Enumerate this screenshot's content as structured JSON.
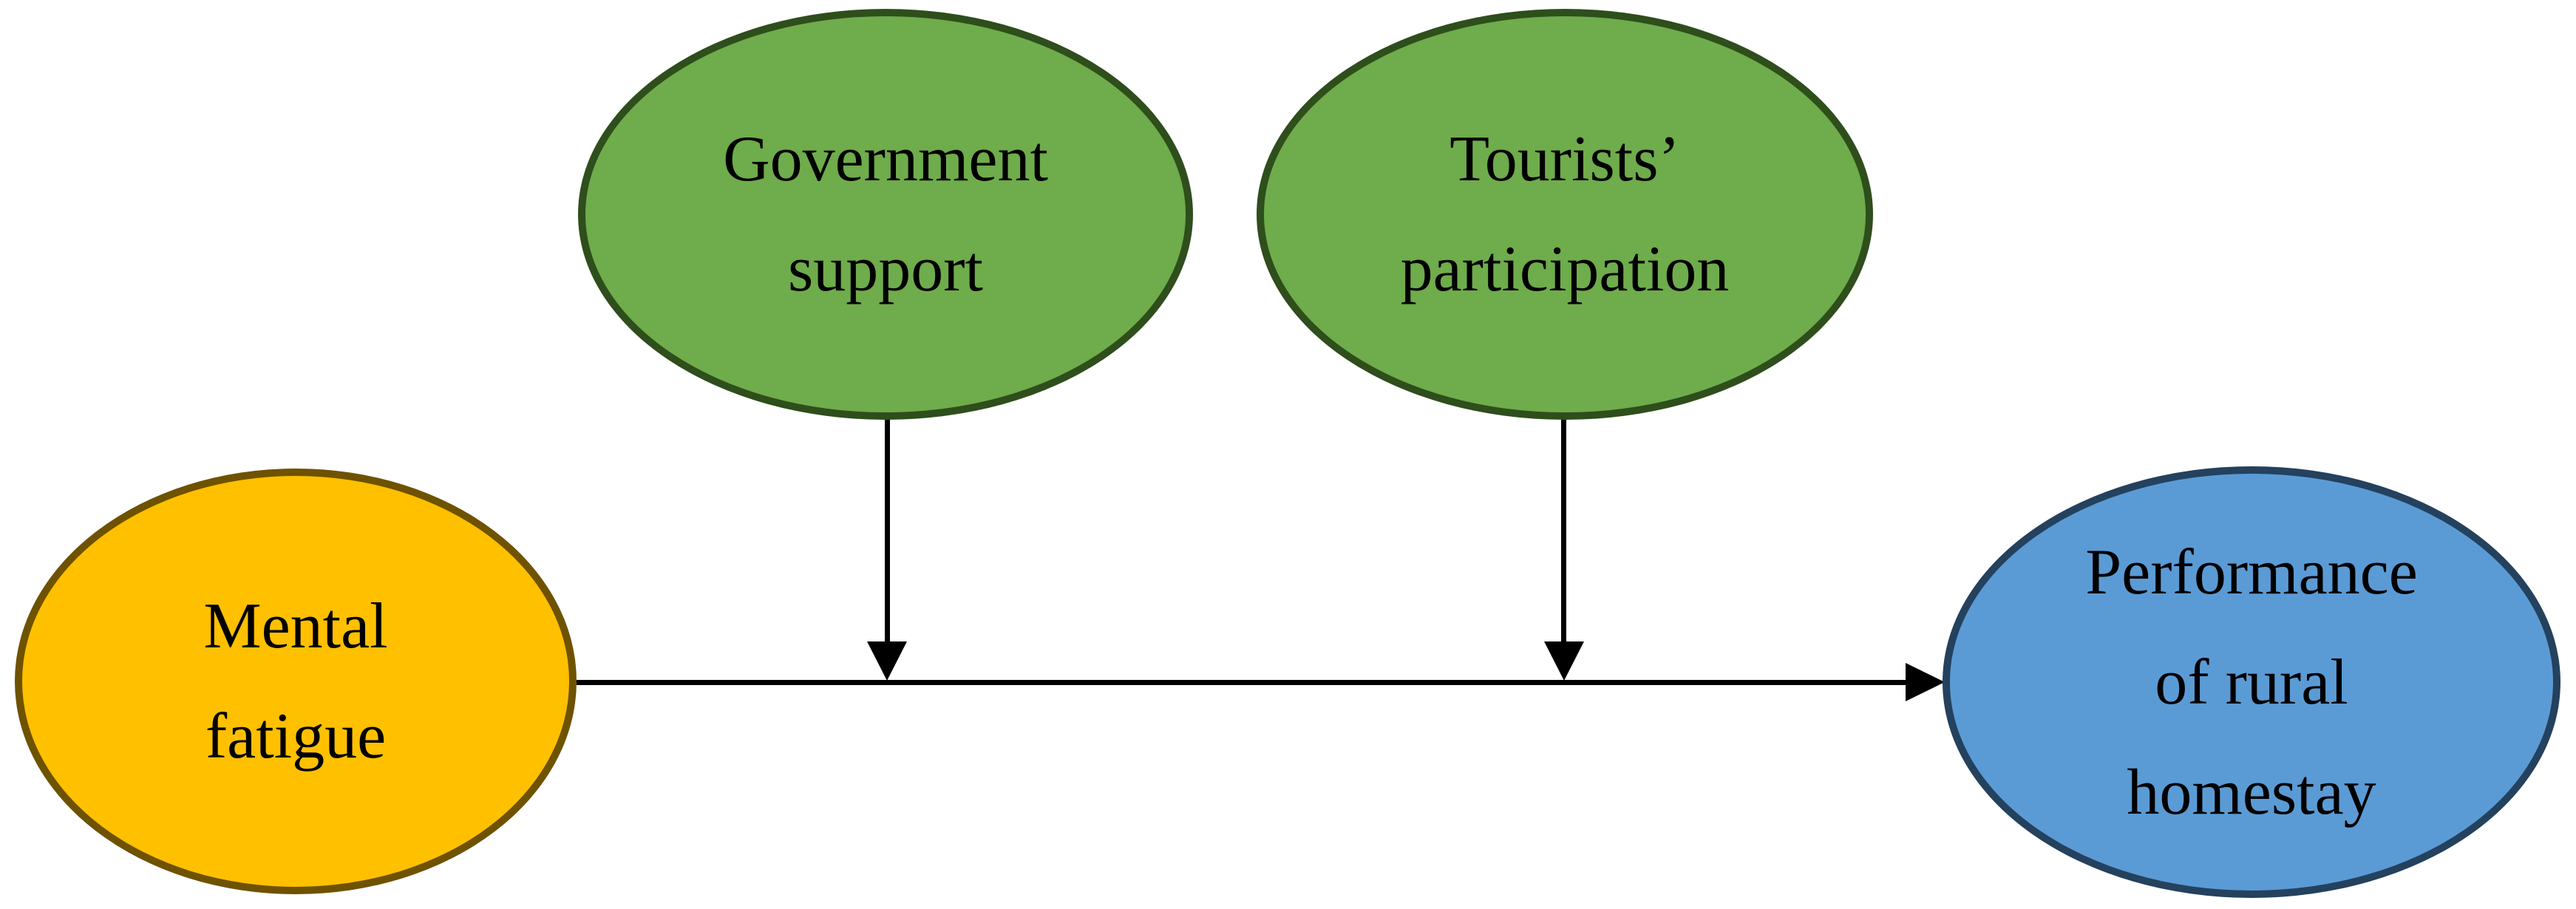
{
  "diagram": {
    "background": "#FFFFFF",
    "text_color": "#000000",
    "nodes": {
      "mental_fatigue": {
        "lines": [
          "Mental",
          "fatigue"
        ],
        "fill": "#FFC000",
        "border": "#6E5200",
        "shape": "ellipse"
      },
      "government_support": {
        "lines": [
          "Government",
          "support"
        ],
        "fill": "#6FAC4B",
        "border": "#2E4E1C",
        "shape": "ellipse"
      },
      "tourists_participation": {
        "lines": [
          "Tourists’",
          "participation"
        ],
        "fill": "#6FAC4B",
        "border": "#2E4E1C",
        "shape": "ellipse"
      },
      "performance": {
        "lines": [
          "Performance",
          "of rural",
          "homestay"
        ],
        "fill": "#5B9BD5",
        "border": "#24415E",
        "shape": "ellipse"
      }
    },
    "edges": {
      "main": {
        "from": "mental_fatigue",
        "to": "performance",
        "style": "solid",
        "arrowhead": "filled-triangle",
        "color": "#000000"
      },
      "moderator_1": {
        "from": "government_support",
        "to": "main edge",
        "style": "solid",
        "arrowhead": "filled-triangle",
        "color": "#000000"
      },
      "moderator_2": {
        "from": "tourists_participation",
        "to": "main edge",
        "style": "solid",
        "arrowhead": "filled-triangle",
        "color": "#000000"
      }
    }
  }
}
